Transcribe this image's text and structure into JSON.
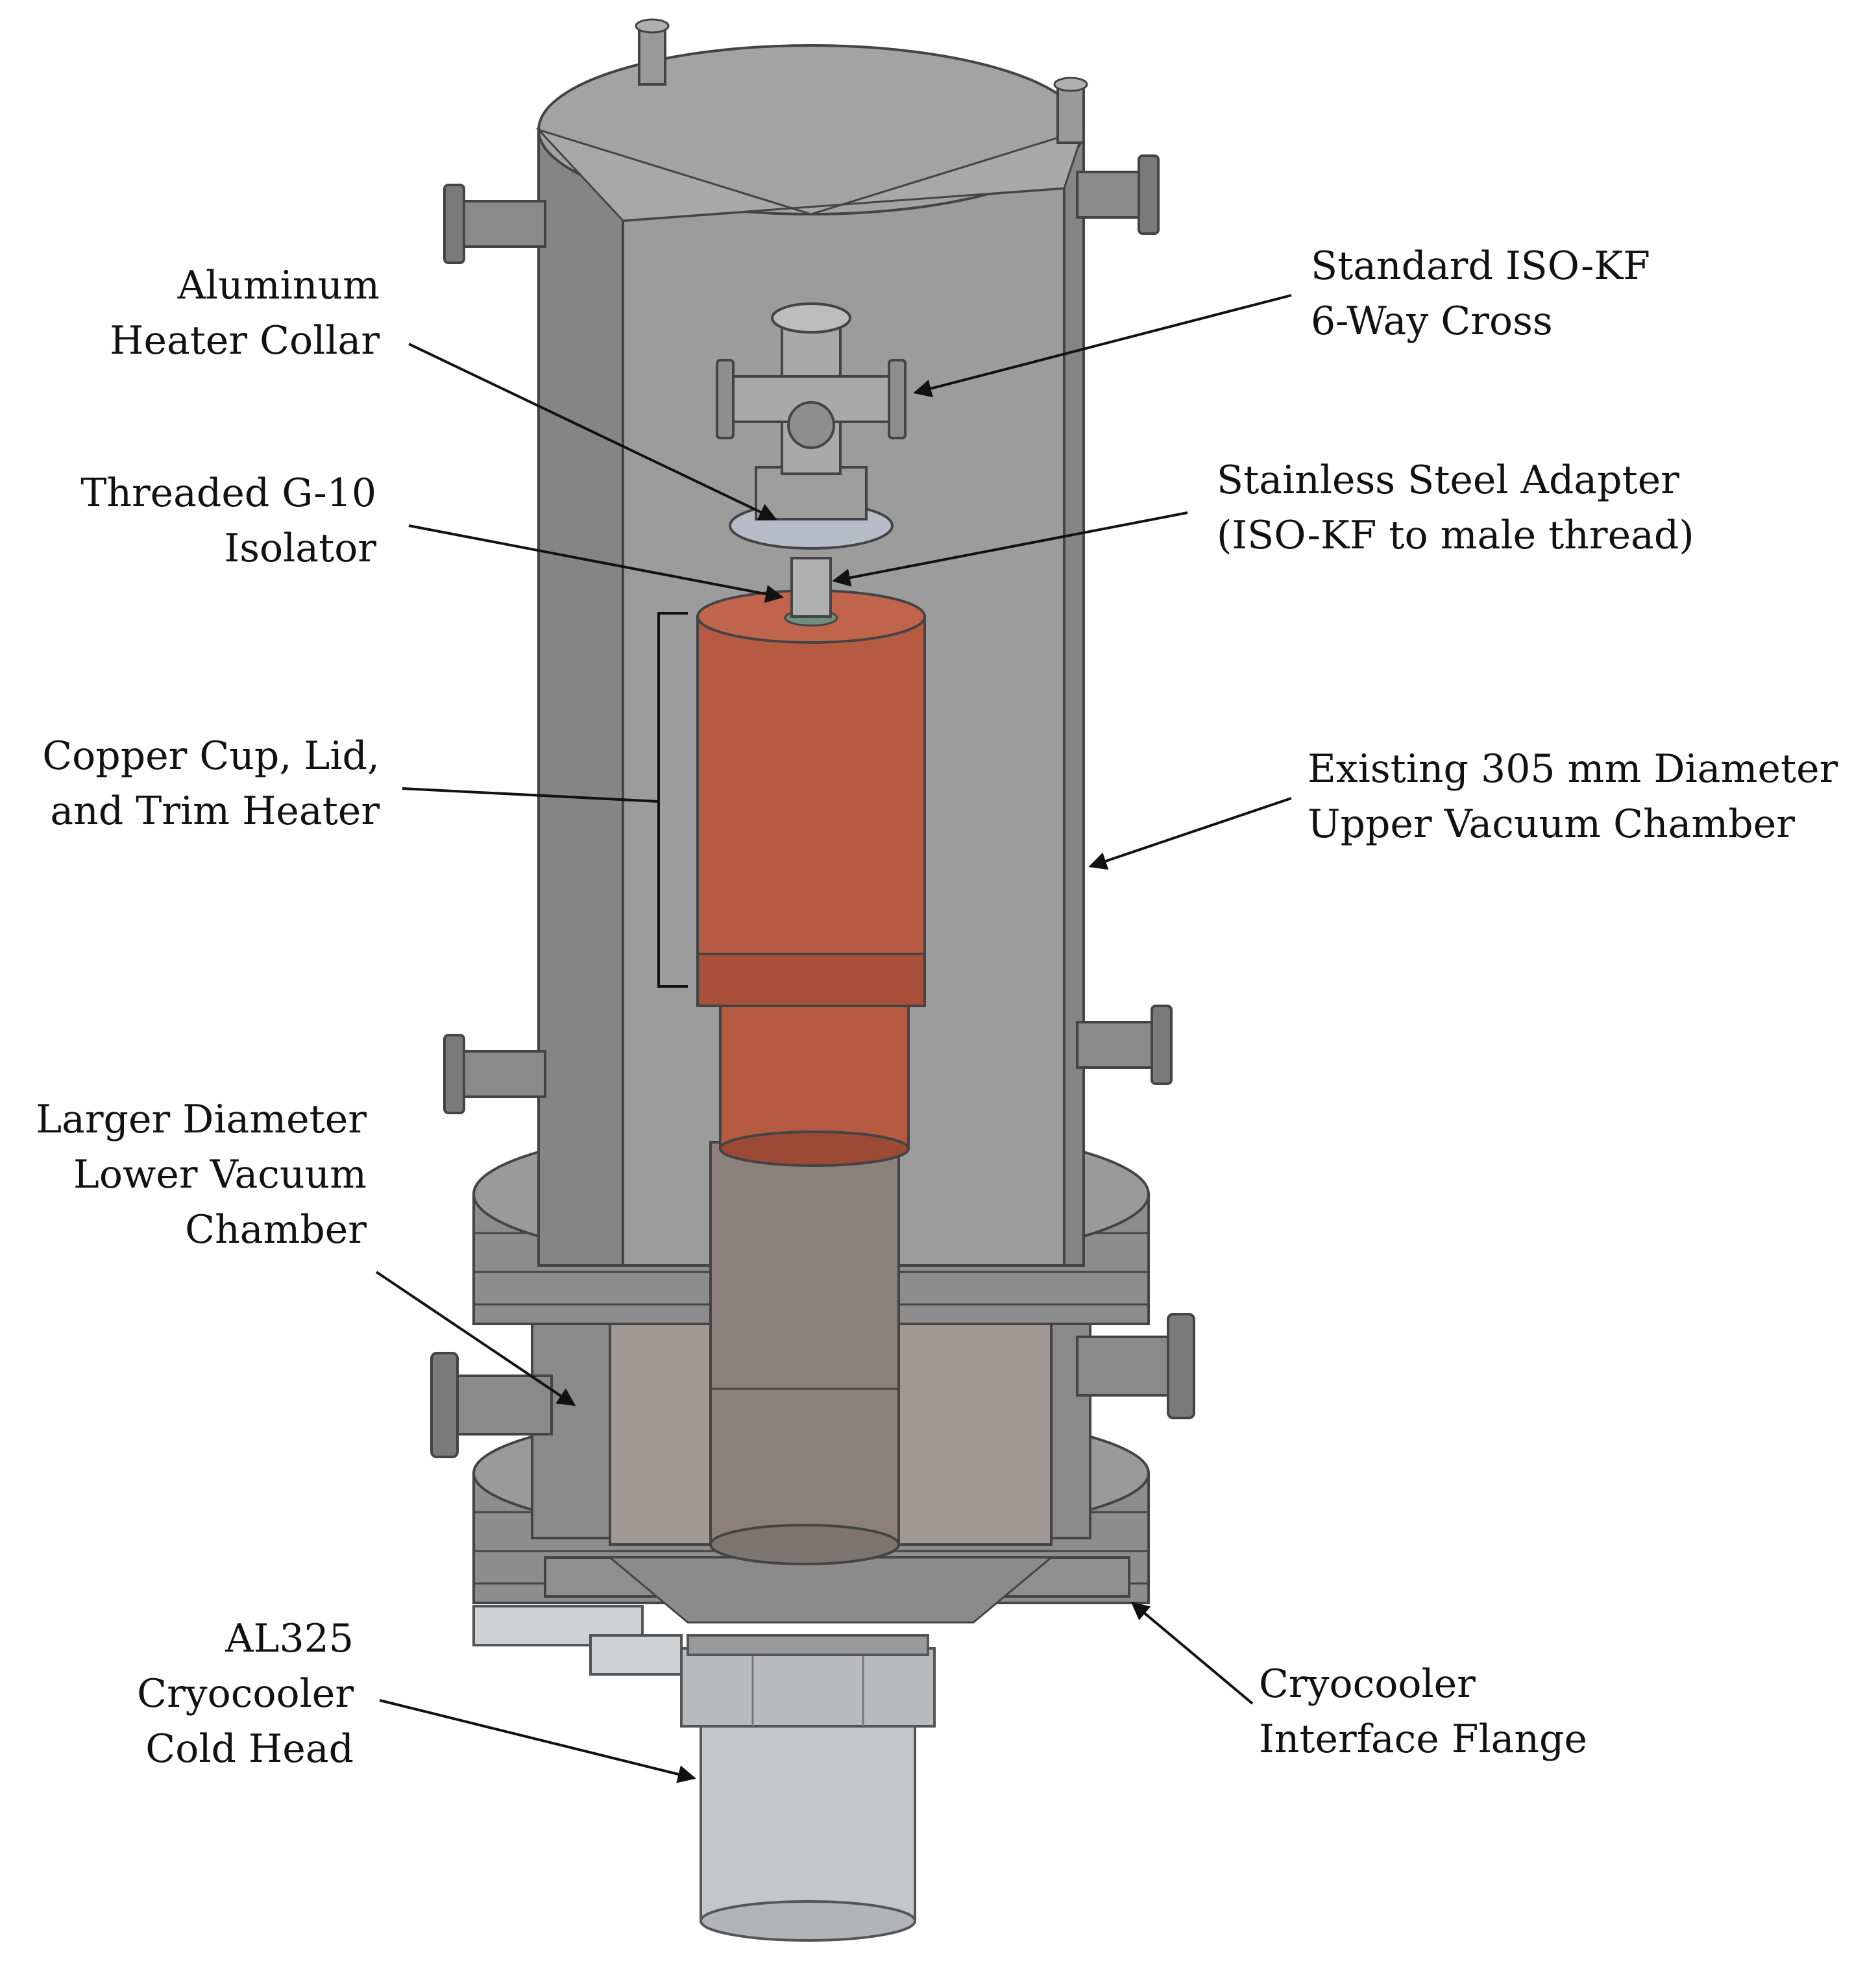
{
  "labels": {
    "heater_collar": [
      "Aluminum",
      "Heater Collar"
    ],
    "g10_isolator": [
      "Threaded G-10",
      "Isolator"
    ],
    "copper_cup": [
      "Copper Cup, Lid,",
      "and Trim Heater"
    ],
    "lower_chamber": [
      "Larger Diameter",
      "Lower Vacuum",
      "Chamber"
    ],
    "cold_head": [
      "AL325",
      "Cryocooler",
      "Cold Head"
    ],
    "six_way_cross": [
      "Standard ISO-KF",
      "6-Way Cross"
    ],
    "ss_adapter": [
      "Stainless Steel Adapter",
      "(ISO-KF to male thread)"
    ],
    "upper_chamber": [
      "Existing 305 mm Diameter",
      "Upper Vacuum Chamber"
    ],
    "interface_flange": [
      "Cryocooler",
      "Interface Flange"
    ]
  },
  "colors": {
    "chamber_outer": "#8a8a8a",
    "chamber_inner": "#9c9c9c",
    "chamber_top": "#a3a3a3",
    "copper": "#b65a42",
    "copper_dark": "#9c4a35",
    "cold_head": "#b8bbbd",
    "leader_line": "#111111"
  }
}
